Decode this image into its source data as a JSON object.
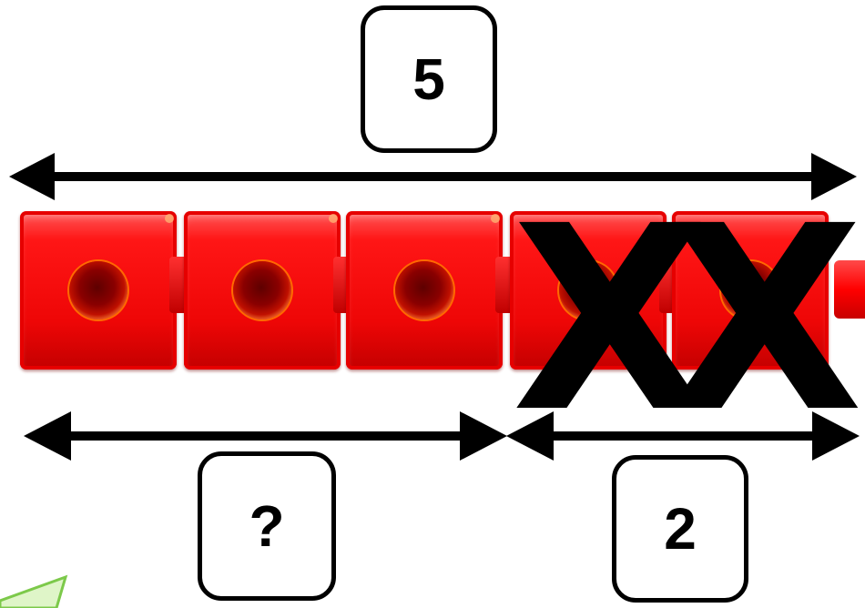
{
  "labels": {
    "total": "5",
    "unknown_part": "?",
    "removed_part": "2"
  },
  "cubes": {
    "count": 5,
    "crossed_out": 2,
    "cross_mark": "X",
    "color": "#ee0606"
  },
  "colors": {
    "arrow": "#000000",
    "box_border": "#000000",
    "pencil_tip": "#9be35a"
  }
}
